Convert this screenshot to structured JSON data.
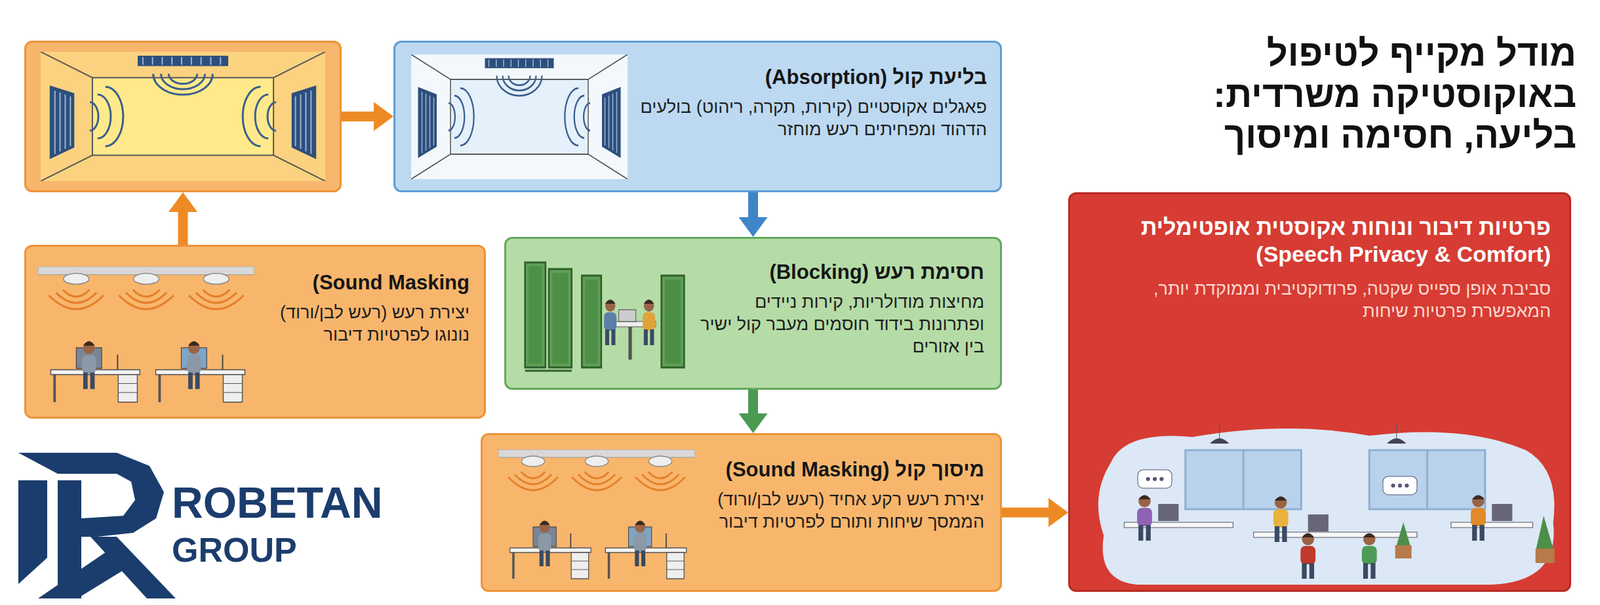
{
  "diagram": {
    "title": "מודל מקייף לטיפול באוקוסטיקה משרדית: בליעה, חסימה ומיסוך",
    "nodes": [
      {
        "text": []
      },
      {
        "text": [
          "בליעת קול (Absorption)",
          "פאגלים אקוסטיים (קירות, תקרה, ריהוט) בולעים הדהוד ומפחיתים רעש מוחזר"
        ]
      },
      {
        "text": [
          "חסימת רעש (Blocking)",
          "מחיצות מודולריות, קירות ניידים ופתרונות בידוד חוסמים מעבר קול ישיר בין אזורים"
        ]
      },
      {
        "text": [
          "מיסוך קול (Sound Masking)",
          "יצירת רעש רקע אחיד (רעש לבן/ורוד) הממסך שיחות ותורם לפרטיות דיבור"
        ]
      },
      {
        "text": [
          "(Sound Masking",
          "יצירת רעש (רעש לבן/ורוד) נונוגו לפרטיות דיבור"
        ]
      },
      {
        "text": [
          "פרטיות דיבור ונוחות אקוסטית אופטימלית (Speech Privacy & Comfort)",
          "סביבת אופן ספייס שקטה, פרודוקטיבית וממוקדת יותר, המאפשרת פרטיות שיחות"
        ]
      }
    ],
    "edges": [
      {
        "from": 4,
        "to": 0,
        "arrow": "to"
      },
      {
        "from": 0,
        "to": 1,
        "arrow": "to"
      },
      {
        "from": 1,
        "to": 2,
        "arrow": "to"
      },
      {
        "from": 2,
        "to": 3,
        "arrow": "to"
      },
      {
        "from": 3,
        "to": 5,
        "arrow": "to"
      }
    ],
    "labels": [
      "ROBETAN",
      "GROUP"
    ]
  }
}
